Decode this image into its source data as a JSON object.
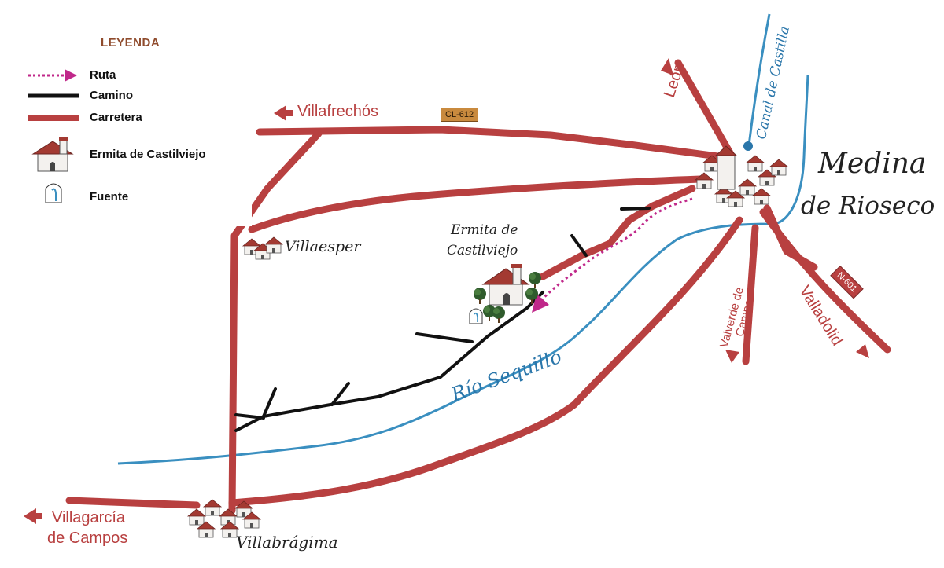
{
  "legend": {
    "title": "LEYENDA",
    "items": {
      "ruta": "Ruta",
      "camino": "Camino",
      "carretera": "Carretera",
      "ermita": "Ermita de Castilviejo",
      "fuente": "Fuente"
    }
  },
  "labels": {
    "villafrechos": "Villafrechós",
    "leon": "León",
    "canal": "Canal de Castilla",
    "medina_line1": "Medina",
    "medina_line2": "de Rioseco",
    "villaesper": "Villaesper",
    "ermita_line1": "Ermita de",
    "ermita_line2": "Castilviejo",
    "rio": "Río Sequillo",
    "valverde_line1": "Valverde de",
    "valverde_line2": "Campos",
    "valladolid": "Valladolid",
    "villagarcia_line1": "Villagarcía",
    "villagarcia_line2": "de Campos",
    "villabragima": "Villabrágima"
  },
  "badges": {
    "cl612": "CL-612",
    "n601": "N-601"
  },
  "colors": {
    "road": "#b84040",
    "river": "#3a8fc0",
    "path": "#111111",
    "route": "#c0288a"
  },
  "icons": [
    "chapel-icon",
    "fountain-icon",
    "town-icon",
    "arrow-icon",
    "tree-icon"
  ]
}
